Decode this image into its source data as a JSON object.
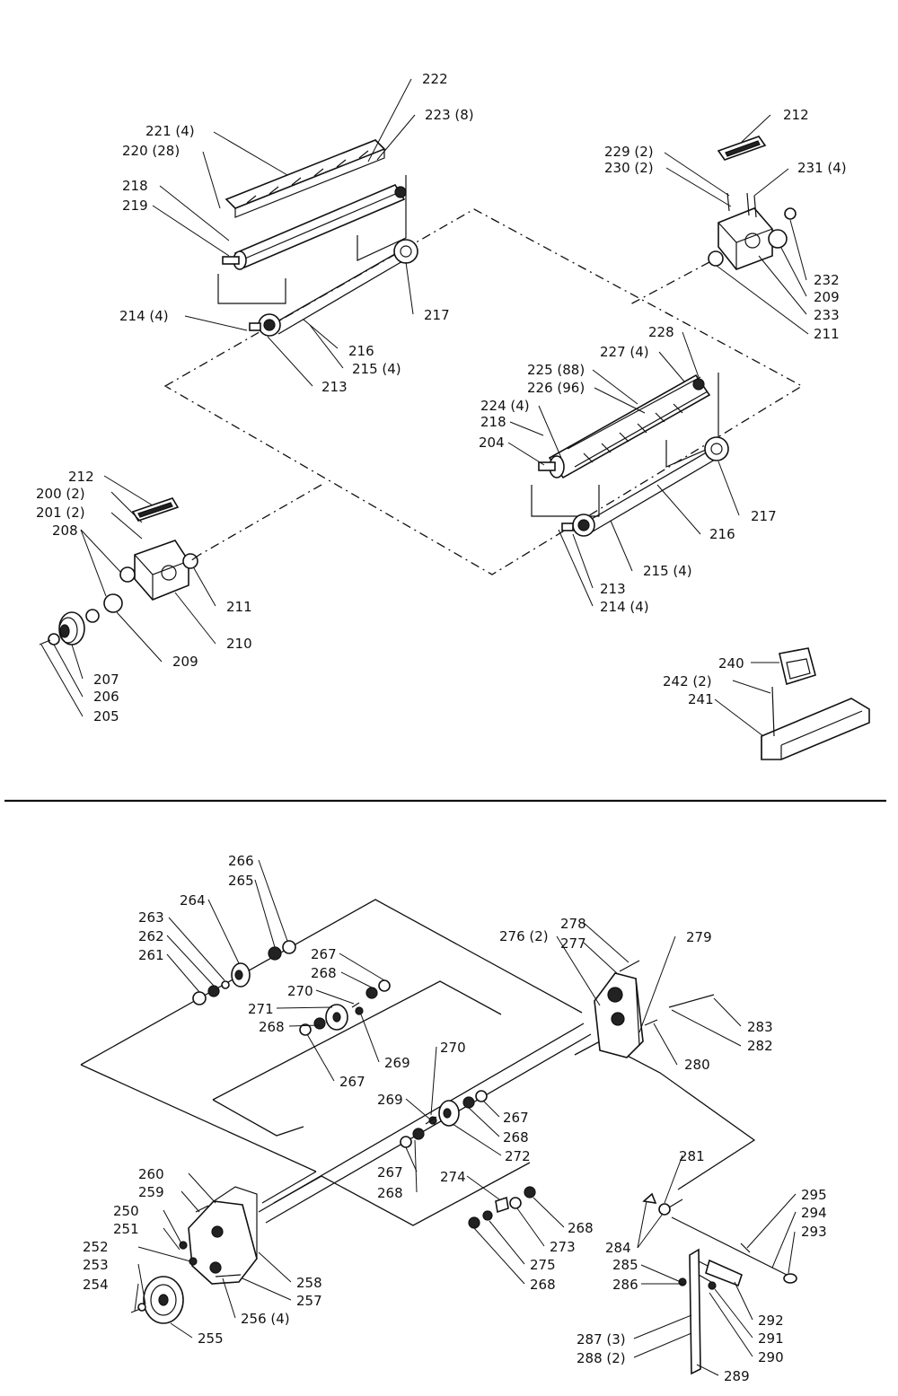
{
  "upper_labels": [
    {
      "id": "l222",
      "text": "222"
    },
    {
      "id": "l221",
      "text": "221 (4)"
    },
    {
      "id": "l223",
      "text": "223 (8)"
    },
    {
      "id": "l220",
      "text": "220 (28)"
    },
    {
      "id": "l218a",
      "text": "218"
    },
    {
      "id": "l219",
      "text": "219"
    },
    {
      "id": "l214a",
      "text": "214 (4)"
    },
    {
      "id": "l217a",
      "text": "217"
    },
    {
      "id": "l216a",
      "text": "216"
    },
    {
      "id": "l215a",
      "text": "215 (4)"
    },
    {
      "id": "l213a",
      "text": "213"
    },
    {
      "id": "l212a",
      "text": "212"
    },
    {
      "id": "l229",
      "text": "229 (2)"
    },
    {
      "id": "l230",
      "text": "230 (2)"
    },
    {
      "id": "l231",
      "text": "231 (4)"
    },
    {
      "id": "l232",
      "text": "232"
    },
    {
      "id": "l209a",
      "text": "209"
    },
    {
      "id": "l233",
      "text": "233"
    },
    {
      "id": "l211a",
      "text": "211"
    },
    {
      "id": "l228",
      "text": "228"
    },
    {
      "id": "l227",
      "text": "227 (4)"
    },
    {
      "id": "l225",
      "text": "225 (88)"
    },
    {
      "id": "l226",
      "text": "226 (96)"
    },
    {
      "id": "l224",
      "text": "224 (4)"
    },
    {
      "id": "l218b",
      "text": "218"
    },
    {
      "id": "l204",
      "text": "204"
    },
    {
      "id": "l217b",
      "text": "217"
    },
    {
      "id": "l216b",
      "text": "216"
    },
    {
      "id": "l215b",
      "text": "215 (4)"
    },
    {
      "id": "l213b",
      "text": "213"
    },
    {
      "id": "l214b",
      "text": "214 (4)"
    },
    {
      "id": "l212b",
      "text": "212"
    },
    {
      "id": "l200",
      "text": "200 (2)"
    },
    {
      "id": "l201",
      "text": "201 (2)"
    },
    {
      "id": "l208",
      "text": "208"
    },
    {
      "id": "l211b",
      "text": "211"
    },
    {
      "id": "l210",
      "text": "210"
    },
    {
      "id": "l209b",
      "text": "209"
    },
    {
      "id": "l207",
      "text": "207"
    },
    {
      "id": "l206",
      "text": "206"
    },
    {
      "id": "l205",
      "text": "205"
    },
    {
      "id": "l240",
      "text": "240"
    },
    {
      "id": "l242",
      "text": "242 (2)"
    },
    {
      "id": "l241",
      "text": "241"
    }
  ],
  "lower_labels": [
    {
      "id": "l266",
      "text": "266"
    },
    {
      "id": "l265",
      "text": "265"
    },
    {
      "id": "l264",
      "text": "264"
    },
    {
      "id": "l263",
      "text": "263"
    },
    {
      "id": "l262",
      "text": "262"
    },
    {
      "id": "l261",
      "text": "261"
    },
    {
      "id": "l267a",
      "text": "267"
    },
    {
      "id": "l268a",
      "text": "268"
    },
    {
      "id": "l270a",
      "text": "270"
    },
    {
      "id": "l271",
      "text": "271"
    },
    {
      "id": "l268b",
      "text": "268"
    },
    {
      "id": "l269a",
      "text": "269"
    },
    {
      "id": "l267b",
      "text": "267"
    },
    {
      "id": "l278",
      "text": "278"
    },
    {
      "id": "l277",
      "text": "277"
    },
    {
      "id": "l276",
      "text": "276 (2)"
    },
    {
      "id": "l279",
      "text": "279"
    },
    {
      "id": "l283",
      "text": "283"
    },
    {
      "id": "l282",
      "text": "282"
    },
    {
      "id": "l280",
      "text": "280"
    },
    {
      "id": "l270b",
      "text": "270"
    },
    {
      "id": "l269b",
      "text": "269"
    },
    {
      "id": "l267c",
      "text": "267"
    },
    {
      "id": "l268c",
      "text": "268"
    },
    {
      "id": "l272",
      "text": "272"
    },
    {
      "id": "l267d",
      "text": "267"
    },
    {
      "id": "l268d",
      "text": "268"
    },
    {
      "id": "l274",
      "text": "274"
    },
    {
      "id": "l281",
      "text": "281"
    },
    {
      "id": "l268e",
      "text": "268"
    },
    {
      "id": "l273",
      "text": "273"
    },
    {
      "id": "l275",
      "text": "275"
    },
    {
      "id": "l268f",
      "text": "268"
    },
    {
      "id": "l260",
      "text": "260"
    },
    {
      "id": "l259",
      "text": "259"
    },
    {
      "id": "l250",
      "text": "250"
    },
    {
      "id": "l251",
      "text": "251"
    },
    {
      "id": "l252",
      "text": "252"
    },
    {
      "id": "l253",
      "text": "253"
    },
    {
      "id": "l254",
      "text": "254"
    },
    {
      "id": "l258",
      "text": "258"
    },
    {
      "id": "l257",
      "text": "257"
    },
    {
      "id": "l256",
      "text": "256 (4)"
    },
    {
      "id": "l255",
      "text": "255"
    },
    {
      "id": "l295",
      "text": "295"
    },
    {
      "id": "l294",
      "text": "294"
    },
    {
      "id": "l293",
      "text": "293"
    },
    {
      "id": "l284",
      "text": "284"
    },
    {
      "id": "l285",
      "text": "285"
    },
    {
      "id": "l286",
      "text": "286"
    },
    {
      "id": "l292",
      "text": "292"
    },
    {
      "id": "l291",
      "text": "291"
    },
    {
      "id": "l290",
      "text": "290"
    },
    {
      "id": "l287",
      "text": "287 (3)"
    },
    {
      "id": "l288",
      "text": "288 (2)"
    },
    {
      "id": "l289",
      "text": "289"
    }
  ]
}
